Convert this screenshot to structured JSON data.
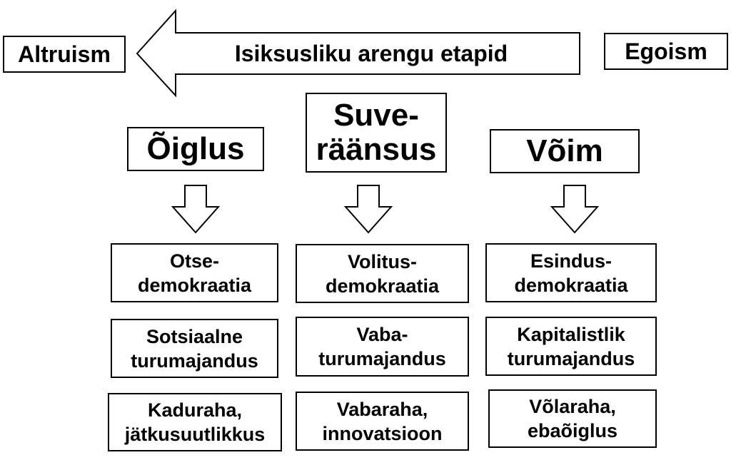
{
  "top": {
    "left_label": "Altruism",
    "right_label": "Egoism",
    "arrow_label": "Isiksusliku arengu etapid"
  },
  "columns": [
    {
      "header": [
        "Õiglus"
      ],
      "items": [
        [
          "Otse-",
          "demokraatia"
        ],
        [
          "Sotsiaalne",
          "turumajandus"
        ],
        [
          "Kaduraha,",
          "jätkusuutlikkus"
        ]
      ]
    },
    {
      "header": [
        "Suve-",
        "räänsus"
      ],
      "items": [
        [
          "Volitus-",
          "demokraatia"
        ],
        [
          "Vaba-",
          "turumajandus"
        ],
        [
          "Vabaraha,",
          "innovatsioon"
        ]
      ]
    },
    {
      "header": [
        "Võim"
      ],
      "items": [
        [
          "Esindus-",
          "demokraatia"
        ],
        [
          "Kapitalistlik",
          "turumajandus"
        ],
        [
          "Võlaraha,",
          "ebaõiglus"
        ]
      ]
    }
  ]
}
